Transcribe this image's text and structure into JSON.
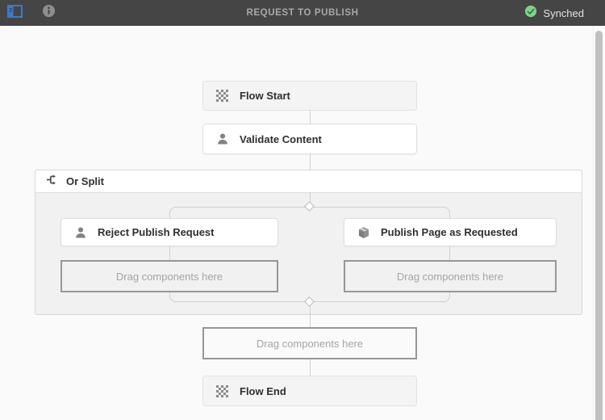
{
  "topbar": {
    "title": "REQUEST TO PUBLISH",
    "sync_status": "Synched"
  },
  "workflow": {
    "nodes": {
      "flow_start": {
        "label": "Flow Start",
        "icon": "flow-terminator-icon"
      },
      "validate_content": {
        "label": "Validate Content",
        "icon": "participant-user-icon"
      },
      "or_split": {
        "label": "Or Split",
        "icon": "split-fork-icon"
      },
      "reject_publish_request": {
        "label": "Reject Publish Request",
        "icon": "participant-user-icon"
      },
      "publish_page_as_requested": {
        "label": "Publish Page as Requested",
        "icon": "process-package-icon"
      },
      "flow_end": {
        "label": "Flow End",
        "icon": "flow-terminator-icon"
      }
    },
    "dropzones": {
      "split_branch_left": "Drag components here",
      "split_branch_right": "Drag components here",
      "after_split": "Drag components here"
    }
  },
  "colors": {
    "topbar_background": "#454545",
    "accent_blue": "#3e79cc",
    "synced_green": "#7fd18b",
    "canvas_background": "#fafafa",
    "split_body_background": "#f1f1f1",
    "dropzone_border": "#979797"
  }
}
